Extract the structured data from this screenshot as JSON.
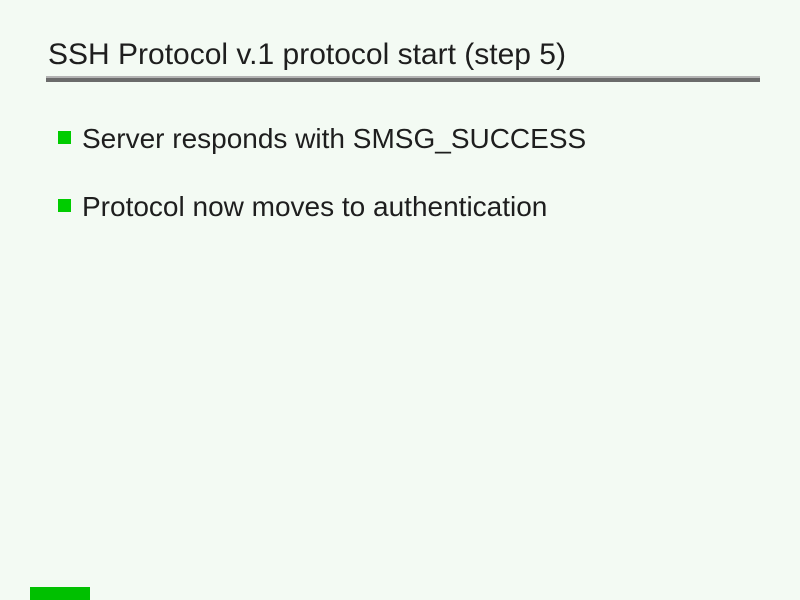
{
  "slide": {
    "title": "SSH Protocol v.1 protocol start (step 5)",
    "bullets": [
      "Server responds with SMSG_SUCCESS",
      "Protocol now moves to authentication"
    ]
  },
  "colors": {
    "background": "#f3faf3",
    "text": "#1e1e1e",
    "bullet_square": "#00cc00",
    "gauge": "#00c000",
    "rule_dark": "#6b6b6b",
    "rule_light": "#b3b3b3"
  }
}
